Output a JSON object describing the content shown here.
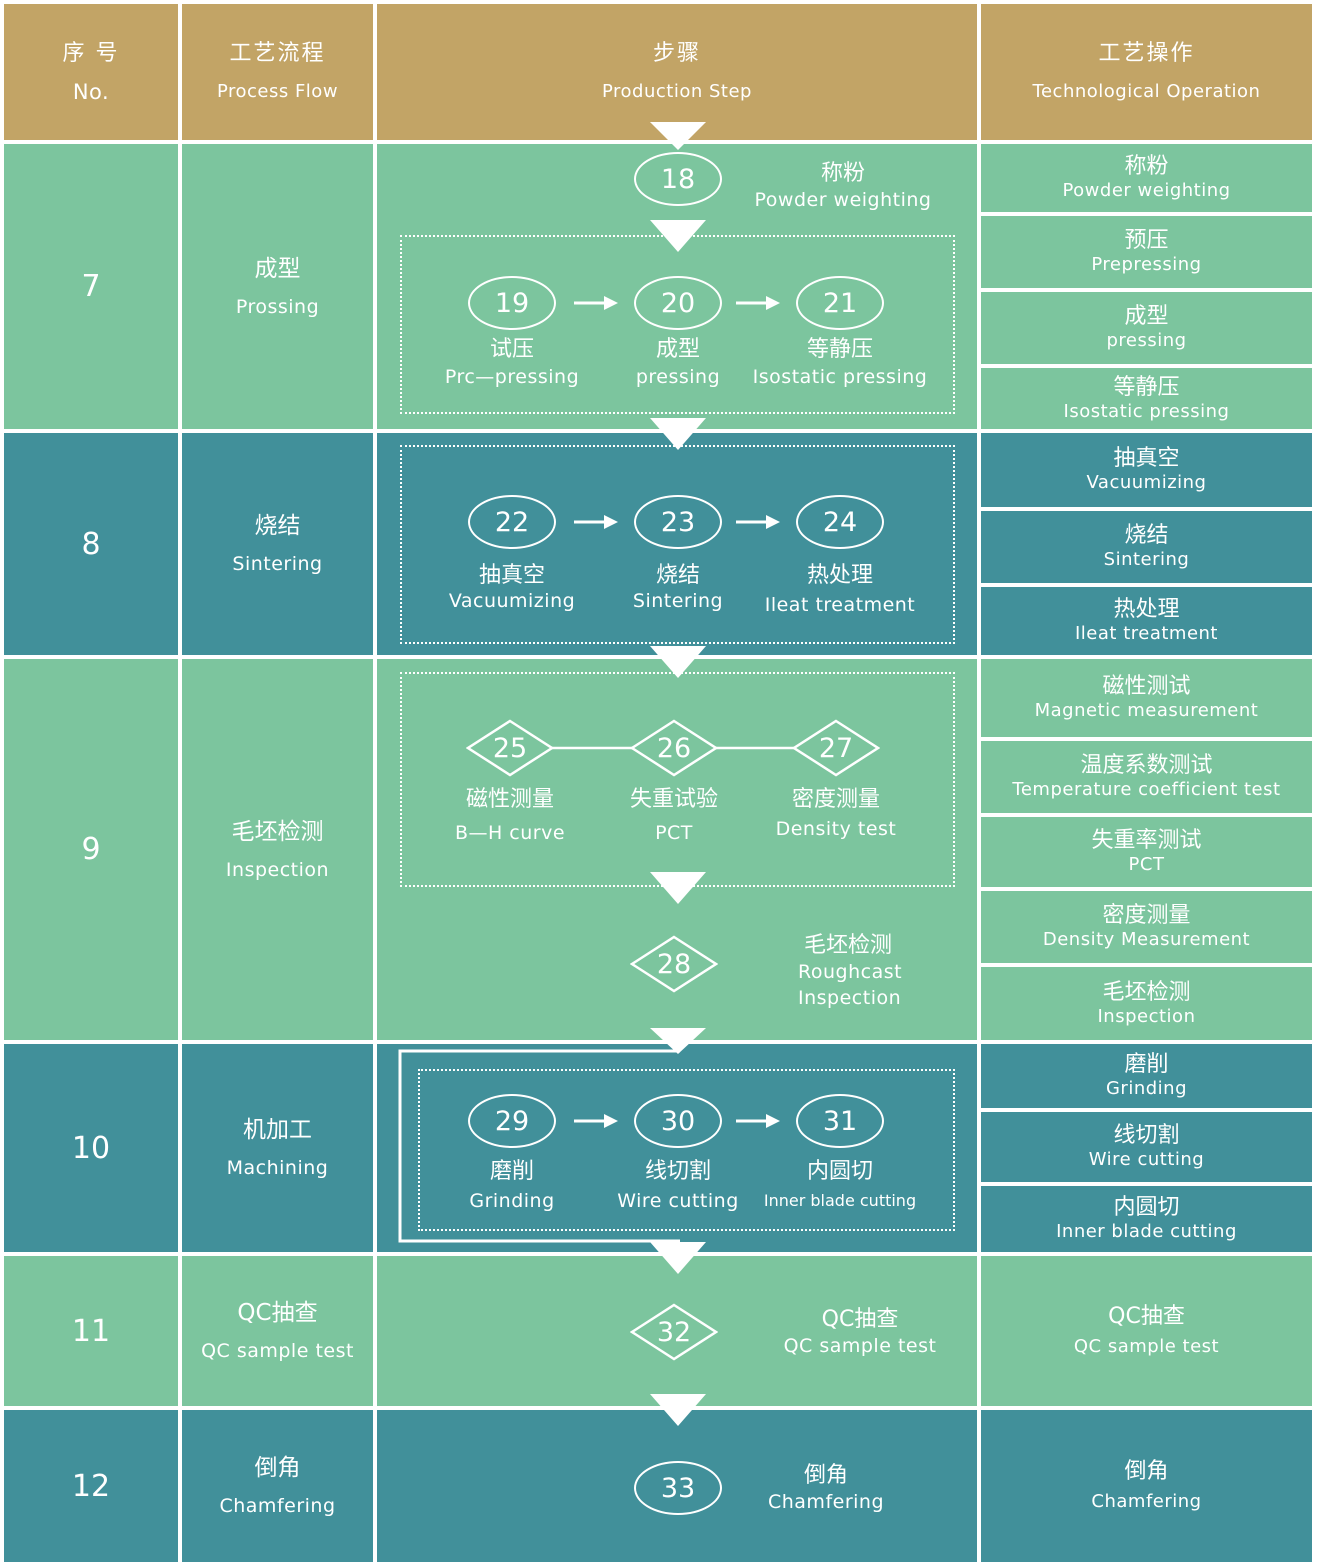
{
  "header": {
    "no_zh": "序 号",
    "no_en": "No.",
    "flow_zh": "工艺流程",
    "flow_en": "Process Flow",
    "step_zh": "步骤",
    "step_en": "Production Step",
    "op_zh": "工艺操作",
    "op_en": "Technological Operation"
  },
  "rows": [
    {
      "no": "7",
      "flow_zh": "成型",
      "flow_en": "Prossing"
    },
    {
      "no": "8",
      "flow_zh": "烧结",
      "flow_en": "Sintering"
    },
    {
      "no": "9",
      "flow_zh": "毛坯检测",
      "flow_en": "Inspection"
    },
    {
      "no": "10",
      "flow_zh": "机加工",
      "flow_en": "Machining"
    },
    {
      "no": "11",
      "flow_zh": "QC抽查",
      "flow_en": "QC sample test"
    },
    {
      "no": "12",
      "flow_zh": "倒角",
      "flow_en": "Chamfering"
    }
  ],
  "steps": {
    "s18": {
      "num": "18",
      "zh": "称粉",
      "en": "Powder weighting"
    },
    "s19": {
      "num": "19",
      "zh": "试压",
      "en": "Prc—pressing"
    },
    "s20": {
      "num": "20",
      "zh": "成型",
      "en": "pressing"
    },
    "s21": {
      "num": "21",
      "zh": "等静压",
      "en": "Isostatic pressing"
    },
    "s22": {
      "num": "22",
      "zh": "抽真空",
      "en": "Vacuumizing"
    },
    "s23": {
      "num": "23",
      "zh": "烧结",
      "en": "Sintering"
    },
    "s24": {
      "num": "24",
      "zh": "热处理",
      "en": "Ileat treatment"
    },
    "s25": {
      "num": "25",
      "zh": "磁性测量",
      "en": "B—H curve"
    },
    "s26": {
      "num": "26",
      "zh": "失重试验",
      "en": "PCT"
    },
    "s27": {
      "num": "27",
      "zh": "密度测量",
      "en": "Density test"
    },
    "s28": {
      "num": "28",
      "zh": "毛坯检测",
      "en1": "Roughcast",
      "en2": "Inspection"
    },
    "s29": {
      "num": "29",
      "zh": "磨削",
      "en": "Grinding"
    },
    "s30": {
      "num": "30",
      "zh": "线切割",
      "en": "Wire cutting"
    },
    "s31": {
      "num": "31",
      "zh": "内圆切",
      "en": "Inner blade cutting"
    },
    "s32": {
      "num": "32",
      "zh": "QC抽查",
      "en": "QC sample test"
    },
    "s33": {
      "num": "33",
      "zh": "倒角",
      "en": "Chamfering"
    }
  },
  "operations": [
    {
      "zh": "称粉",
      "en": "Powder weighting"
    },
    {
      "zh": "预压",
      "en": "Prepressing"
    },
    {
      "zh": "成型",
      "en": "pressing"
    },
    {
      "zh": "等静压",
      "en": "Isostatic pressing"
    },
    {
      "zh": "抽真空",
      "en": "Vacuumizing"
    },
    {
      "zh": "烧结",
      "en": "Sintering"
    },
    {
      "zh": "热处理",
      "en": "Ileat treatment"
    },
    {
      "zh": "磁性测试",
      "en": "Magnetic measurement"
    },
    {
      "zh": "温度系数测试",
      "en": "Temperature coefficient test"
    },
    {
      "zh": "失重率测试",
      "en": "PCT"
    },
    {
      "zh": "密度测量",
      "en": "Density Measurement"
    },
    {
      "zh": "毛坯检测",
      "en": "Inspection"
    },
    {
      "zh": "磨削",
      "en": "Grinding"
    },
    {
      "zh": "线切割",
      "en": "Wire cutting"
    },
    {
      "zh": "内圆切",
      "en": "Inner blade cutting"
    },
    {
      "zh": "QC抽查",
      "en": "QC sample test"
    },
    {
      "zh": "倒角",
      "en": "Chamfering"
    }
  ],
  "colors": {
    "header": "#c2a466",
    "light": "#7cc59e",
    "teal": "#41909a",
    "text": "#ffffff"
  }
}
